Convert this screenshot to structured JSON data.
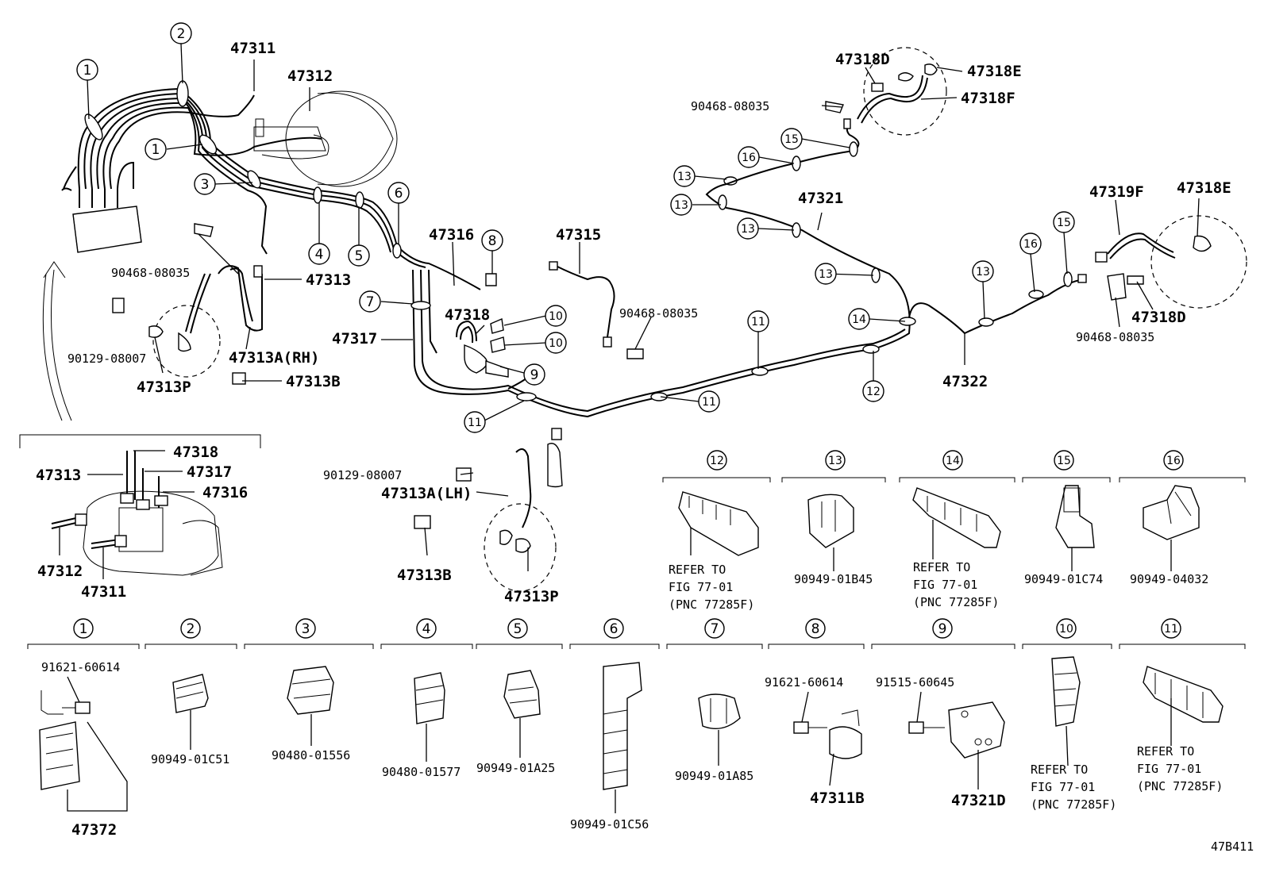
{
  "diagram_id": "47B411",
  "pipes_labels": {
    "p47311": "47311",
    "p47312": "47312",
    "p47313": "47313",
    "p47313A_RH": "47313A(RH)",
    "p47313B": "47313B",
    "p47313P": "47313P",
    "p90129a": "90129-08007",
    "p90468a": "90468-08035",
    "p47316": "47316",
    "p47315": "47315",
    "p47317": "47317",
    "p47318": "47318",
    "p90468b": "90468-08035",
    "p90129b": "90129-08007",
    "p47313A_LH": "47313A(LH)",
    "p47313B_2": "47313B",
    "p47313P_2": "47313P",
    "p47318D": "47318D",
    "p47318E": "47318E",
    "p47318F": "47318F",
    "p90468c": "90468-08035",
    "p47321": "47321",
    "p47322": "47322",
    "p47319F": "47319F",
    "p47318E_2": "47318E",
    "p47318D_2": "47318D",
    "p90468d": "90468-08035"
  },
  "inset": {
    "l47318": "47318",
    "l47313": "47313",
    "l47317": "47317",
    "l47316": "47316",
    "l47312": "47312",
    "l47311": "47311"
  },
  "callouts": {
    "c1": "1",
    "c2": "2",
    "c3": "3",
    "c4": "4",
    "c5": "5",
    "c6": "6",
    "c7": "7",
    "c8": "8",
    "c9": "9",
    "c10": "10",
    "c11": "11",
    "c12": "12",
    "c13": "13",
    "c14": "14",
    "c15": "15",
    "c16": "16"
  },
  "clamp_table_top": [
    {
      "num": "12",
      "part": "",
      "note": [
        "REFER TO",
        "FIG 77-01",
        "(PNC 77285F)"
      ]
    },
    {
      "num": "13",
      "part": "90949-01B45",
      "note": []
    },
    {
      "num": "14",
      "part": "",
      "note": [
        "REFER TO",
        "FIG 77-01",
        "(PNC 77285F)"
      ]
    },
    {
      "num": "15",
      "part": "90949-01C74",
      "note": []
    },
    {
      "num": "16",
      "part": "90949-04032",
      "note": []
    }
  ],
  "clamp_table_bottom": [
    {
      "num": "1",
      "parts": [
        "91621-60614",
        "47372"
      ]
    },
    {
      "num": "2",
      "parts": [
        "90949-01C51"
      ]
    },
    {
      "num": "3",
      "parts": [
        "90480-01556"
      ]
    },
    {
      "num": "4",
      "parts": [
        "90480-01577"
      ]
    },
    {
      "num": "5",
      "parts": [
        "90949-01A25"
      ]
    },
    {
      "num": "6",
      "parts": [
        "90949-01C56"
      ]
    },
    {
      "num": "7",
      "parts": [
        "90949-01A85"
      ]
    },
    {
      "num": "8",
      "parts": [
        "91621-60614",
        "47311B"
      ]
    },
    {
      "num": "9",
      "parts": [
        "91515-60645",
        "47321D"
      ]
    },
    {
      "num": "10",
      "parts": [
        "REFER TO",
        "FIG 77-01",
        "(PNC 77285F)"
      ]
    },
    {
      "num": "11",
      "parts": [
        "REFER TO",
        "FIG 77-01",
        "(PNC 77285F)"
      ]
    }
  ]
}
